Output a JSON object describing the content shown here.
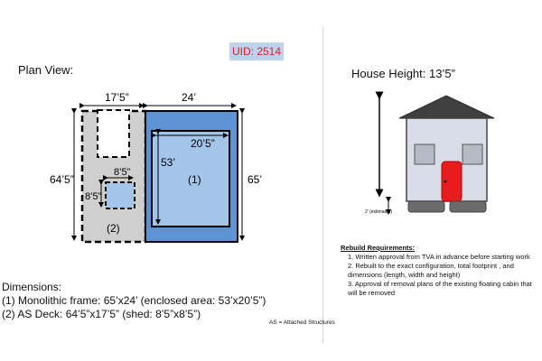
{
  "uid_label": "UID: 2514",
  "plan": {
    "title": "Plan View:",
    "labels": {
      "deck_width": "17’5”",
      "frame_width": "24’",
      "deck_length": "64’5”",
      "frame_length": "65’",
      "enclosed_width": "20’5”",
      "enclosed_length": "53’",
      "shed_width": "8’5”",
      "shed_length": "8’5”",
      "frame_marker": "(1)",
      "deck_marker": "(2)"
    }
  },
  "house": {
    "title": "House Height: 13’5”",
    "estimate_label": "2’ (estimated)"
  },
  "dimensions": {
    "heading": "Dimensions:",
    "items": [
      "(1)  Monolithic frame: 65’x24’ (enclosed area: 53’x20’5”)",
      "(2)  AS Deck: 64’5”x17’5” (shed: 8’5”x8’5”)"
    ]
  },
  "legend_note": "AS = Attached Structures",
  "rebuild": {
    "heading": "Rebuild Requirements:",
    "items": [
      "1.  Written approval from TVA in advance before starting work",
      "2.  Rebuilt to the exact configuration, total footprint , and dimensions (length, width and height)",
      "3.  Approval of removal plans of the existing floating cabin that will be removed"
    ]
  },
  "colors": {
    "frame_fill": "#5b93d4",
    "enclosed_fill": "#a4c5ea",
    "deck_fill": "#cfcfcf",
    "roof": "#3f3f3f",
    "wall": "#d8dde7",
    "door": "#e81c1c",
    "window": "#b5bac4",
    "float": "#6b6b6b"
  }
}
